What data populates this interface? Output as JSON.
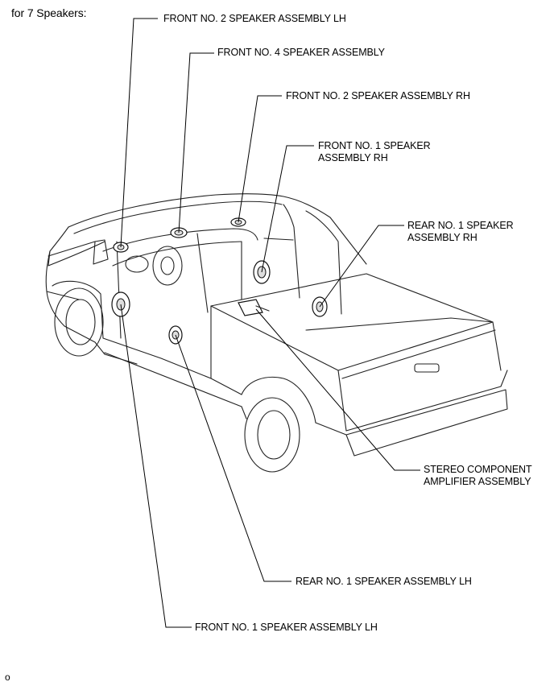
{
  "header": {
    "title": "for 7 Speakers:"
  },
  "labels": {
    "front_no2_lh": "FRONT NO. 2 SPEAKER ASSEMBLY LH",
    "front_no4": "FRONT NO. 4 SPEAKER ASSEMBLY",
    "front_no2_rh": "FRONT NO. 2 SPEAKER ASSEMBLY RH",
    "front_no1_rh": "FRONT NO. 1 SPEAKER\nASSEMBLY RH",
    "rear_no1_rh": "REAR NO. 1 SPEAKER\nASSEMBLY RH",
    "amplifier": "STEREO COMPONENT\nAMPLIFIER ASSEMBLY",
    "rear_no1_lh": "REAR NO. 1 SPEAKER ASSEMBLY LH",
    "front_no1_lh": "FRONT NO. 1 SPEAKER ASSEMBLY LH"
  },
  "footer": {
    "mark": "o"
  }
}
